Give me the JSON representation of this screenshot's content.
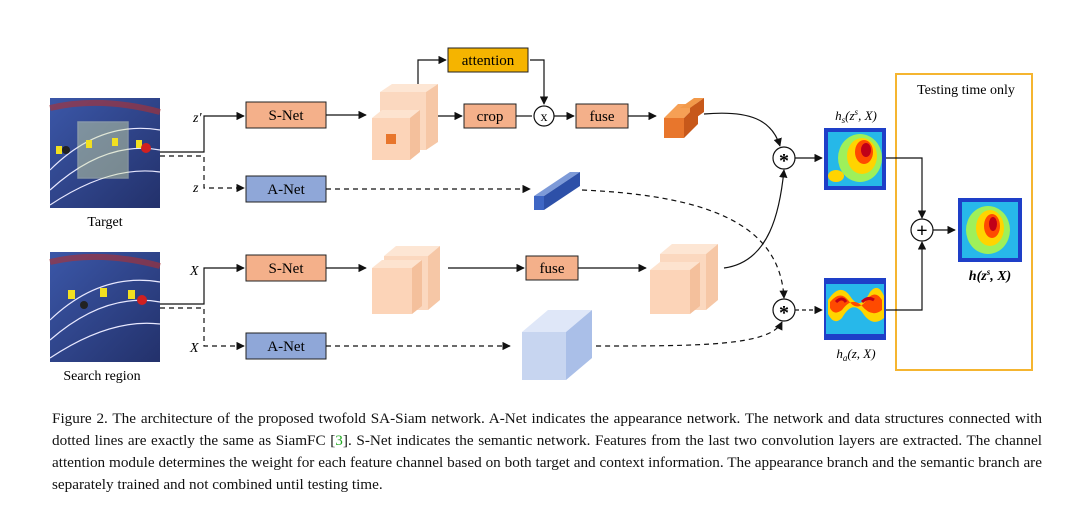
{
  "photos": {
    "target_label": "Target",
    "search_label": "Search region"
  },
  "inputs": {
    "z_prime": "z'",
    "z": "z",
    "x_top": "X",
    "x_bottom": "X"
  },
  "modules": {
    "snet_top": "S-Net",
    "anet_top": "A-Net",
    "snet_bottom": "S-Net",
    "anet_bottom": "A-Net",
    "attention": "attention",
    "crop": "crop",
    "fuse_top": "fuse",
    "fuse_bottom": "fuse",
    "multiply_symbol": "x"
  },
  "operators": {
    "correlation": "*",
    "sum": "+"
  },
  "maps": {
    "hs_label": "h_s(z^s, X)",
    "ha_label": "h_a(z, X)",
    "h_label": "h(z^s, X)"
  },
  "testing_box": {
    "title": "Testing time only"
  },
  "colors": {
    "snet_fill": "#f4b08a",
    "anet_fill": "#8fa7d8",
    "attention_fill": "#f5b400",
    "testing_border": "#f5b530",
    "cube_light": "#fbd8bf",
    "cube_dark": "#e8762c",
    "cube_blue_light": "#c7d5f0",
    "cube_blue_dark": "#3e66c4"
  },
  "caption": {
    "part1": "Figure 2. The architecture of the proposed twofold SA-Siam network. A-Net indicates the appearance network. The network and data structures connected with dotted lines are exactly the same as SiamFC [",
    "ref": "3",
    "part2": "]. S-Net indicates the semantic network. Features from the last two convolution layers are extracted. The channel attention module determines the weight for each feature channel based on both target and context information. The appearance branch and the semantic branch are separately trained and not combined until testing time."
  }
}
